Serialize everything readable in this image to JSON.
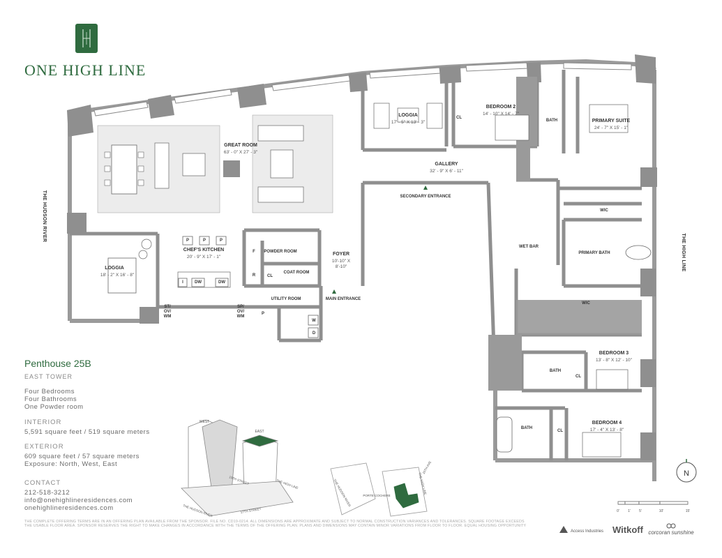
{
  "brand": {
    "name": "ONE HIGH LINE",
    "logo_icon": "oh-monogram-icon",
    "color": "#2f6b3f"
  },
  "unit": {
    "title": "Penthouse 25B",
    "tower": "EAST TOWER",
    "features": [
      "Four Bedrooms",
      "Four Bathrooms",
      "One Powder room"
    ]
  },
  "interior": {
    "label": "INTERIOR",
    "value": "5,591 square feet / 519 square meters"
  },
  "exterior": {
    "label": "EXTERIOR",
    "value": "609 square feet / 57 square meters",
    "exposure": "Exposure: North, West, East"
  },
  "contact": {
    "label": "CONTACT",
    "phone": "212-518-3212",
    "email": "info@onehighlineresidences.com",
    "website": "onehighlineresidences.com"
  },
  "plan": {
    "great_room": {
      "name": "GREAT ROOM",
      "dim": "63' - 0\" X 27' - 3\""
    },
    "loggia_north": {
      "name": "LOGGIA",
      "dim": "17' - 5\" X 13' - 3\""
    },
    "bedroom2": {
      "name": "BEDROOM 2",
      "dim": "14' - 10\" X 14' - 7\""
    },
    "primary_suite": {
      "name": "PRIMARY SUITE",
      "dim": "24' - 7\" X 15' - 1\""
    },
    "gallery": {
      "name": "GALLERY",
      "dim": "32' - 9\" X 6' - 11\""
    },
    "secondary_entrance": "SECONDARY ENTRANCE",
    "loggia_west": {
      "name": "LOGGIA",
      "dim": "18' - 2\" X 16' - 8\""
    },
    "kitchen": {
      "name": "CHEF'S KITCHEN",
      "dim": "20' - 9\" X 17' - 1\""
    },
    "powder_room": "POWDER ROOM",
    "coat_room": "COAT ROOM",
    "foyer": {
      "name": "FOYER",
      "dim1": "10'-10\" X",
      "dim2": "8'-10\""
    },
    "main_entrance": "MAIN ENTRANCE",
    "utility_room": "UTILITY ROOM",
    "wic1": "WIC",
    "primary_bath": "PRIMARY BATH",
    "wet_bar": "WET BAR",
    "wic2": "WIC",
    "bedroom3": {
      "name": "BEDROOM 3",
      "dim": "13' - 8\" X 12' - 10\""
    },
    "bedroom4": {
      "name": "BEDROOM 4",
      "dim": "17' - 4\" X 13' - 8\""
    },
    "bath": "BATH",
    "cl": "CL",
    "appliance_labels": {
      "p": "P",
      "f": "F",
      "r": "R",
      "i": "I",
      "dw": "DW",
      "w": "W",
      "d": "D",
      "st": "ST/",
      "ov": "OV/",
      "wm": "WM",
      "sp": "SP/"
    },
    "hudson_river": "THE HUDSON RIVER",
    "high_line": "THE HIGH LINE"
  },
  "compass": {
    "label": "N"
  },
  "scale": {
    "ticks": [
      "0'",
      "1'",
      "5'",
      "10'",
      "15'"
    ]
  },
  "keyplan": {
    "west": "WEST",
    "east": "EAST",
    "street_10": "10TH STREET",
    "high_line": "THE HIGH LINE",
    "hudson": "THE HUDSON RIVER",
    "street_17": "17TH STREET",
    "porte": "PORTE COCHERE",
    "tenth_ave": "THE HIGH LINE",
    "ave_label": "10TH AVE"
  },
  "disclaimer": "THE COMPLETE OFFERING TERMS ARE IN AN OFFERING PLAN AVAILABLE FROM THE SPONSOR. FILE NO. CD19-0214. ALL DIMENSIONS ARE APPROXIMATE AND SUBJECT TO NORMAL CONSTRUCTION VARIANCES AND TOLERANCES. SQUARE FOOTAGE EXCEEDS THE USABLE FLOOR AREA. SPONSOR RESERVES THE RIGHT TO MAKE CHANGES IN ACCORDANCE WITH THE TERMS OF THE OFFERING PLAN. PLANS AND DIMENSIONS MAY CONTAIN MINOR VARIATIONS FROM FLOOR TO FLOOR. EQUAL HOUSING OPPORTUNITY",
  "partners": [
    "Access Industries",
    "Witkoff",
    "corcoran sunshine"
  ]
}
